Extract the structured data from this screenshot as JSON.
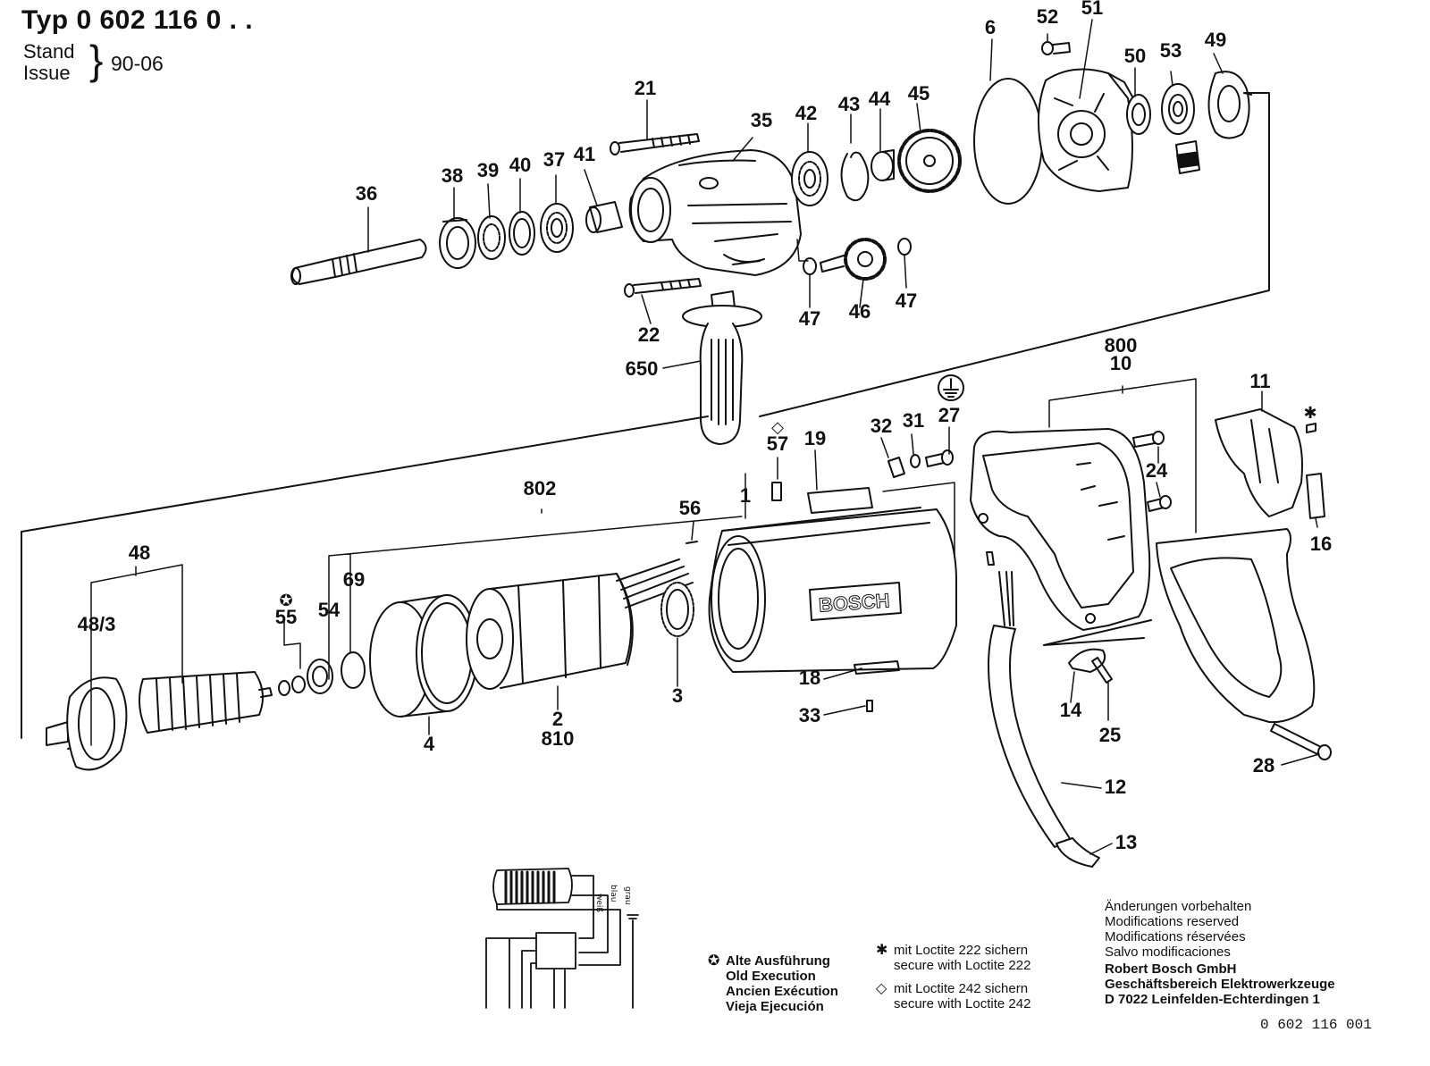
{
  "header": {
    "type_label": "Typ",
    "type_number": "0 602 116 0 . .",
    "stand": "Stand",
    "issue": "Issue",
    "date": "90-06"
  },
  "callouts": [
    {
      "id": "c-52",
      "text": "52"
    },
    {
      "id": "c-51",
      "text": "51"
    },
    {
      "id": "c-6",
      "text": "6"
    },
    {
      "id": "c-50",
      "text": "50"
    },
    {
      "id": "c-53",
      "text": "53"
    },
    {
      "id": "c-49",
      "text": "49"
    },
    {
      "id": "c-21",
      "text": "21"
    },
    {
      "id": "c-35",
      "text": "35"
    },
    {
      "id": "c-42",
      "text": "42"
    },
    {
      "id": "c-43",
      "text": "43"
    },
    {
      "id": "c-44",
      "text": "44"
    },
    {
      "id": "c-45",
      "text": "45"
    },
    {
      "id": "c-36",
      "text": "36"
    },
    {
      "id": "c-38",
      "text": "38"
    },
    {
      "id": "c-39",
      "text": "39"
    },
    {
      "id": "c-40",
      "text": "40"
    },
    {
      "id": "c-37",
      "text": "37"
    },
    {
      "id": "c-41",
      "text": "41"
    },
    {
      "id": "c-47a",
      "text": "47"
    },
    {
      "id": "c-46",
      "text": "46"
    },
    {
      "id": "c-47b",
      "text": "47"
    },
    {
      "id": "c-22",
      "text": "22"
    },
    {
      "id": "c-650",
      "text": "650"
    },
    {
      "id": "c-800",
      "text": "800"
    },
    {
      "id": "c-10",
      "text": "10"
    },
    {
      "id": "c-11",
      "text": "11"
    },
    {
      "id": "c-57",
      "text": "57"
    },
    {
      "id": "c-19",
      "text": "19"
    },
    {
      "id": "c-32",
      "text": "32"
    },
    {
      "id": "c-31",
      "text": "31"
    },
    {
      "id": "c-27",
      "text": "27"
    },
    {
      "id": "c-24",
      "text": "24"
    },
    {
      "id": "c-16",
      "text": "16"
    },
    {
      "id": "c-802",
      "text": "802"
    },
    {
      "id": "c-1",
      "text": "1"
    },
    {
      "id": "c-56",
      "text": "56"
    },
    {
      "id": "c-48",
      "text": "48"
    },
    {
      "id": "c-69",
      "text": "69"
    },
    {
      "id": "c-55",
      "text": "55"
    },
    {
      "id": "c-54",
      "text": "54"
    },
    {
      "id": "c-48-3",
      "text": "48/3"
    },
    {
      "id": "c-4",
      "text": "4"
    },
    {
      "id": "c-2",
      "text": "2"
    },
    {
      "id": "c-810",
      "text": "810"
    },
    {
      "id": "c-3",
      "text": "3"
    },
    {
      "id": "c-18",
      "text": "18"
    },
    {
      "id": "c-33",
      "text": "33"
    },
    {
      "id": "c-14",
      "text": "14"
    },
    {
      "id": "c-25",
      "text": "25"
    },
    {
      "id": "c-28",
      "text": "28"
    },
    {
      "id": "c-12",
      "text": "12"
    },
    {
      "id": "c-13",
      "text": "13"
    }
  ],
  "brand_plate": "BOSCH",
  "wiring": {
    "wire_1": "weiß",
    "wire_2": "blau",
    "wire_3": "grau"
  },
  "legend": {
    "old_execution": [
      "Alte Ausführung",
      "Old Execution",
      "Ancien Exécution",
      "Vieja Ejecución"
    ],
    "loctite_222": [
      "mit Loctite 222 sichern",
      "secure with Loctite 222"
    ],
    "loctite_242": [
      "mit Loctite 242 sichern",
      "secure with Loctite 242"
    ]
  },
  "footer": {
    "modifications": [
      "Änderungen vorbehalten",
      "Modifications reserved",
      "Modifications réservées",
      "Salvo modificaciones"
    ],
    "company": [
      "Robert Bosch GmbH",
      "Geschäftsbereich Elektrowerkzeuge",
      "D 7022 Leinfelden-Echterdingen 1"
    ],
    "document_number": "0 602 116 001"
  }
}
